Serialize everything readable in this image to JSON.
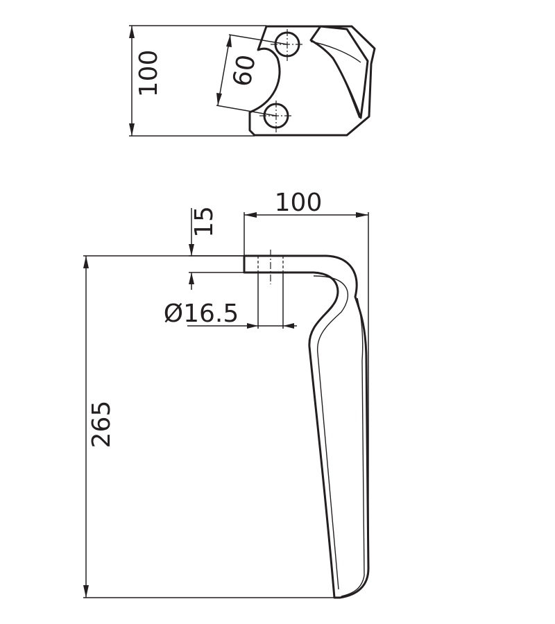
{
  "dimensions": {
    "top_view_height": "100",
    "hole_spacing": "60",
    "side_view_width": "100",
    "plate_thickness": "15",
    "hole_diameter": "Ø16.5",
    "total_height": "265"
  },
  "colors": {
    "line": "#231f20",
    "background": "#ffffff"
  }
}
